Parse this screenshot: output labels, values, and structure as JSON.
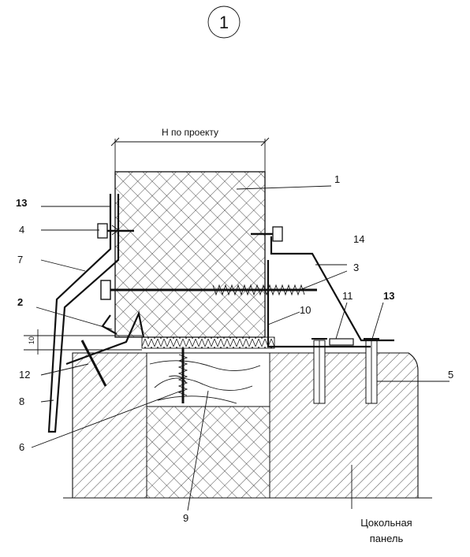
{
  "sheet_number": "1",
  "dimension_label": "Н по проекту",
  "dimension_small": "10",
  "callouts": {
    "c1": "1",
    "c13a": "13",
    "c4": "4",
    "c7": "7",
    "c2": "2",
    "c12": "12",
    "c8": "8",
    "c6": "6",
    "c14": "14",
    "c3": "3",
    "c11": "11",
    "c13b": "13",
    "c10": "10",
    "c5": "5",
    "c9": "9"
  },
  "panel_label_line1": "Цокольная",
  "panel_label_line2": "панель"
}
